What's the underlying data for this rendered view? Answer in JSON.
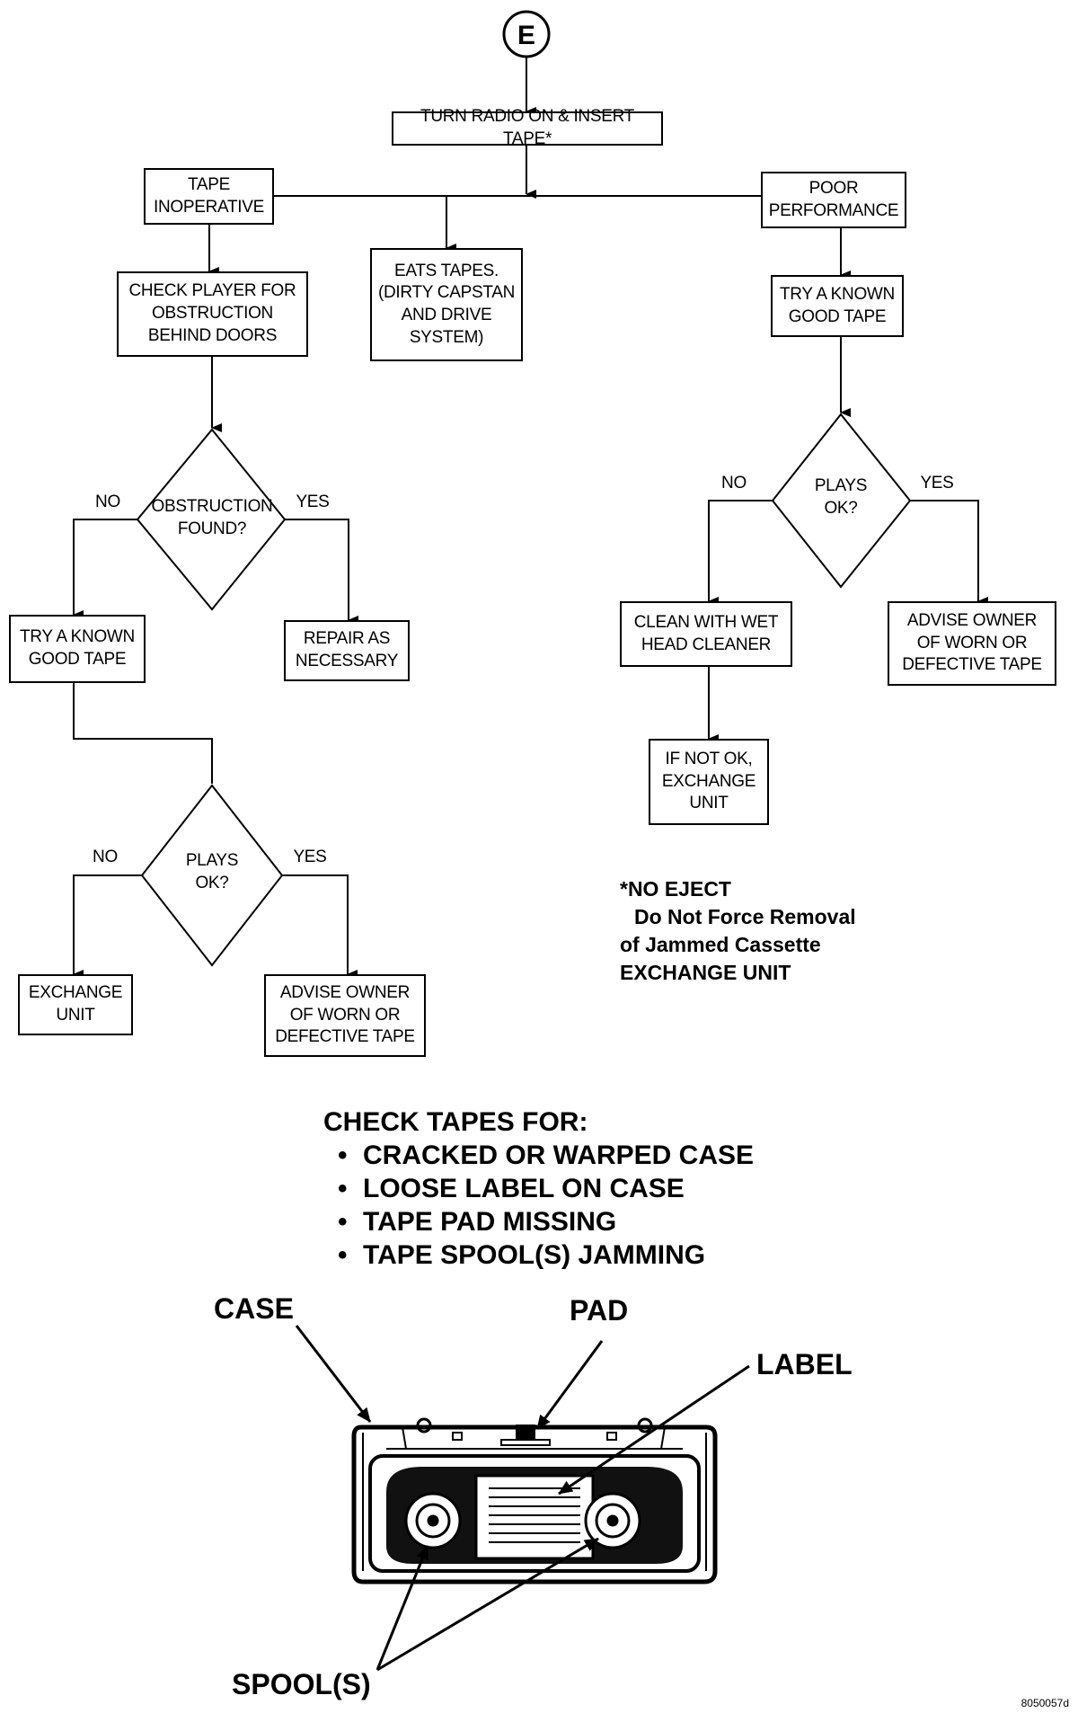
{
  "start_connector": "E",
  "nodes": {
    "turn_on": "TURN RADIO ON & INSERT TAPE*",
    "tape_inoperative": "TAPE\nINOPERATIVE",
    "eats_tapes": "EATS TAPES.\n(DIRTY CAPSTAN\nAND DRIVE\nSYSTEM)",
    "poor_performance": "POOR\nPERFORMANCE",
    "check_player": "CHECK PLAYER FOR\nOBSTRUCTION\nBEHIND DOORS",
    "obstruction_found": "OBSTRUCTION\nFOUND?",
    "try_known_left": "TRY A KNOWN\nGOOD TAPE",
    "repair": "REPAIR AS\nNECESSARY",
    "plays_ok_left": "PLAYS\nOK?",
    "exchange_unit": "EXCHANGE\nUNIT",
    "advise_owner_left": "ADVISE OWNER\nOF WORN OR\nDEFECTIVE TAPE",
    "try_known_right": "TRY A KNOWN\nGOOD TAPE",
    "plays_ok_right": "PLAYS\nOK?",
    "clean_head": "CLEAN WITH WET\nHEAD CLEANER",
    "advise_owner_right": "ADVISE OWNER\nOF WORN OR\nDEFECTIVE TAPE",
    "if_not_ok": "IF NOT OK,\nEXCHANGE\nUNIT"
  },
  "branch_labels": {
    "no": "NO",
    "yes": "YES"
  },
  "note": {
    "line1": "*NO EJECT",
    "line2": "Do Not Force Removal",
    "line3": "of Jammed Cassette",
    "line4": "EXCHANGE UNIT"
  },
  "checklist": {
    "heading": "CHECK TAPES FOR:",
    "bullet": "•",
    "items": [
      "CRACKED OR WARPED CASE",
      "LOOSE LABEL ON CASE",
      "TAPE PAD MISSING",
      "TAPE SPOOL(S) JAMMING"
    ]
  },
  "cassette_callouts": {
    "case": "CASE",
    "pad": "PAD",
    "label": "LABEL",
    "spools": "SPOOL(S)"
  },
  "figure_id": "8050057d"
}
